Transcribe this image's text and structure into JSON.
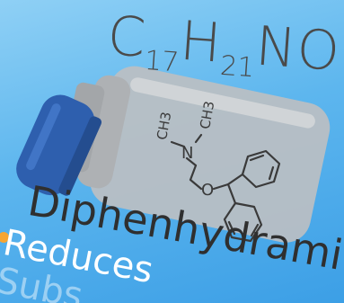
{
  "formula": {
    "c": "C",
    "c_count": "17",
    "h": "H",
    "h_count": "21",
    "n": "N",
    "o": "O"
  },
  "structure": {
    "methyl_left": "CH3",
    "methyl_right": "CH3",
    "nitrogen": "N",
    "oxygen": "O"
  },
  "drug_name": "Diphenhydrami",
  "subtitle_line1": "Reduces",
  "subtitle_line2": "Subs",
  "colors": {
    "background_top": "#8fd0f5",
    "background_bottom": "#3c9fe6",
    "bottle": "#bcbfc2",
    "cap": "#2e5fae",
    "ink": "#3a3a3a",
    "bullet": "#f7a531"
  }
}
